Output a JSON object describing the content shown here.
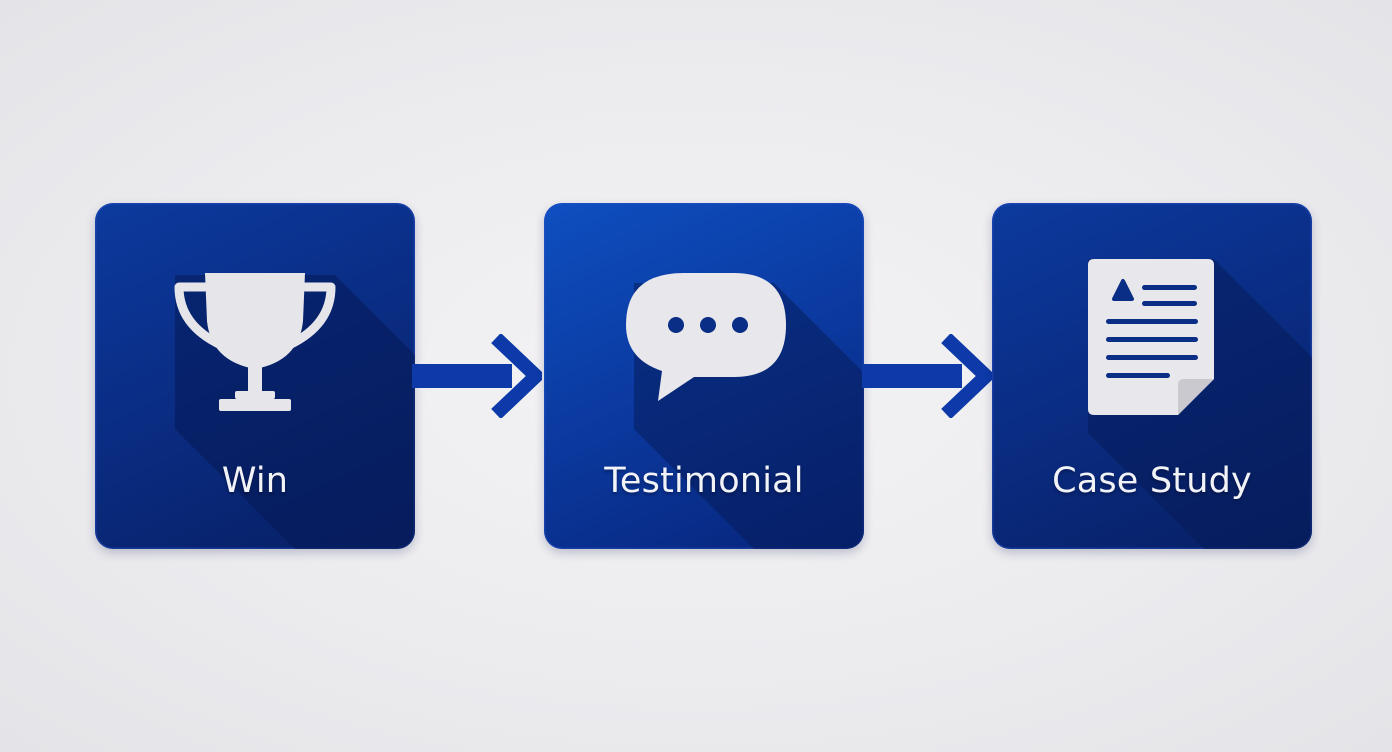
{
  "steps": [
    {
      "label": "Win",
      "icon": "trophy-icon"
    },
    {
      "label": "Testimonial",
      "icon": "speech-bubble-icon"
    },
    {
      "label": "Case Study",
      "icon": "document-icon"
    }
  ],
  "connectors": [
    "arrow-right",
    "arrow-right"
  ],
  "colors": {
    "background": "#ececef",
    "card": "#0a2d85",
    "card_highlight": "#0b3ba2",
    "arrow": "#0d3aa8",
    "icon": "#e8e8ec",
    "label": "#f2f3f7"
  }
}
